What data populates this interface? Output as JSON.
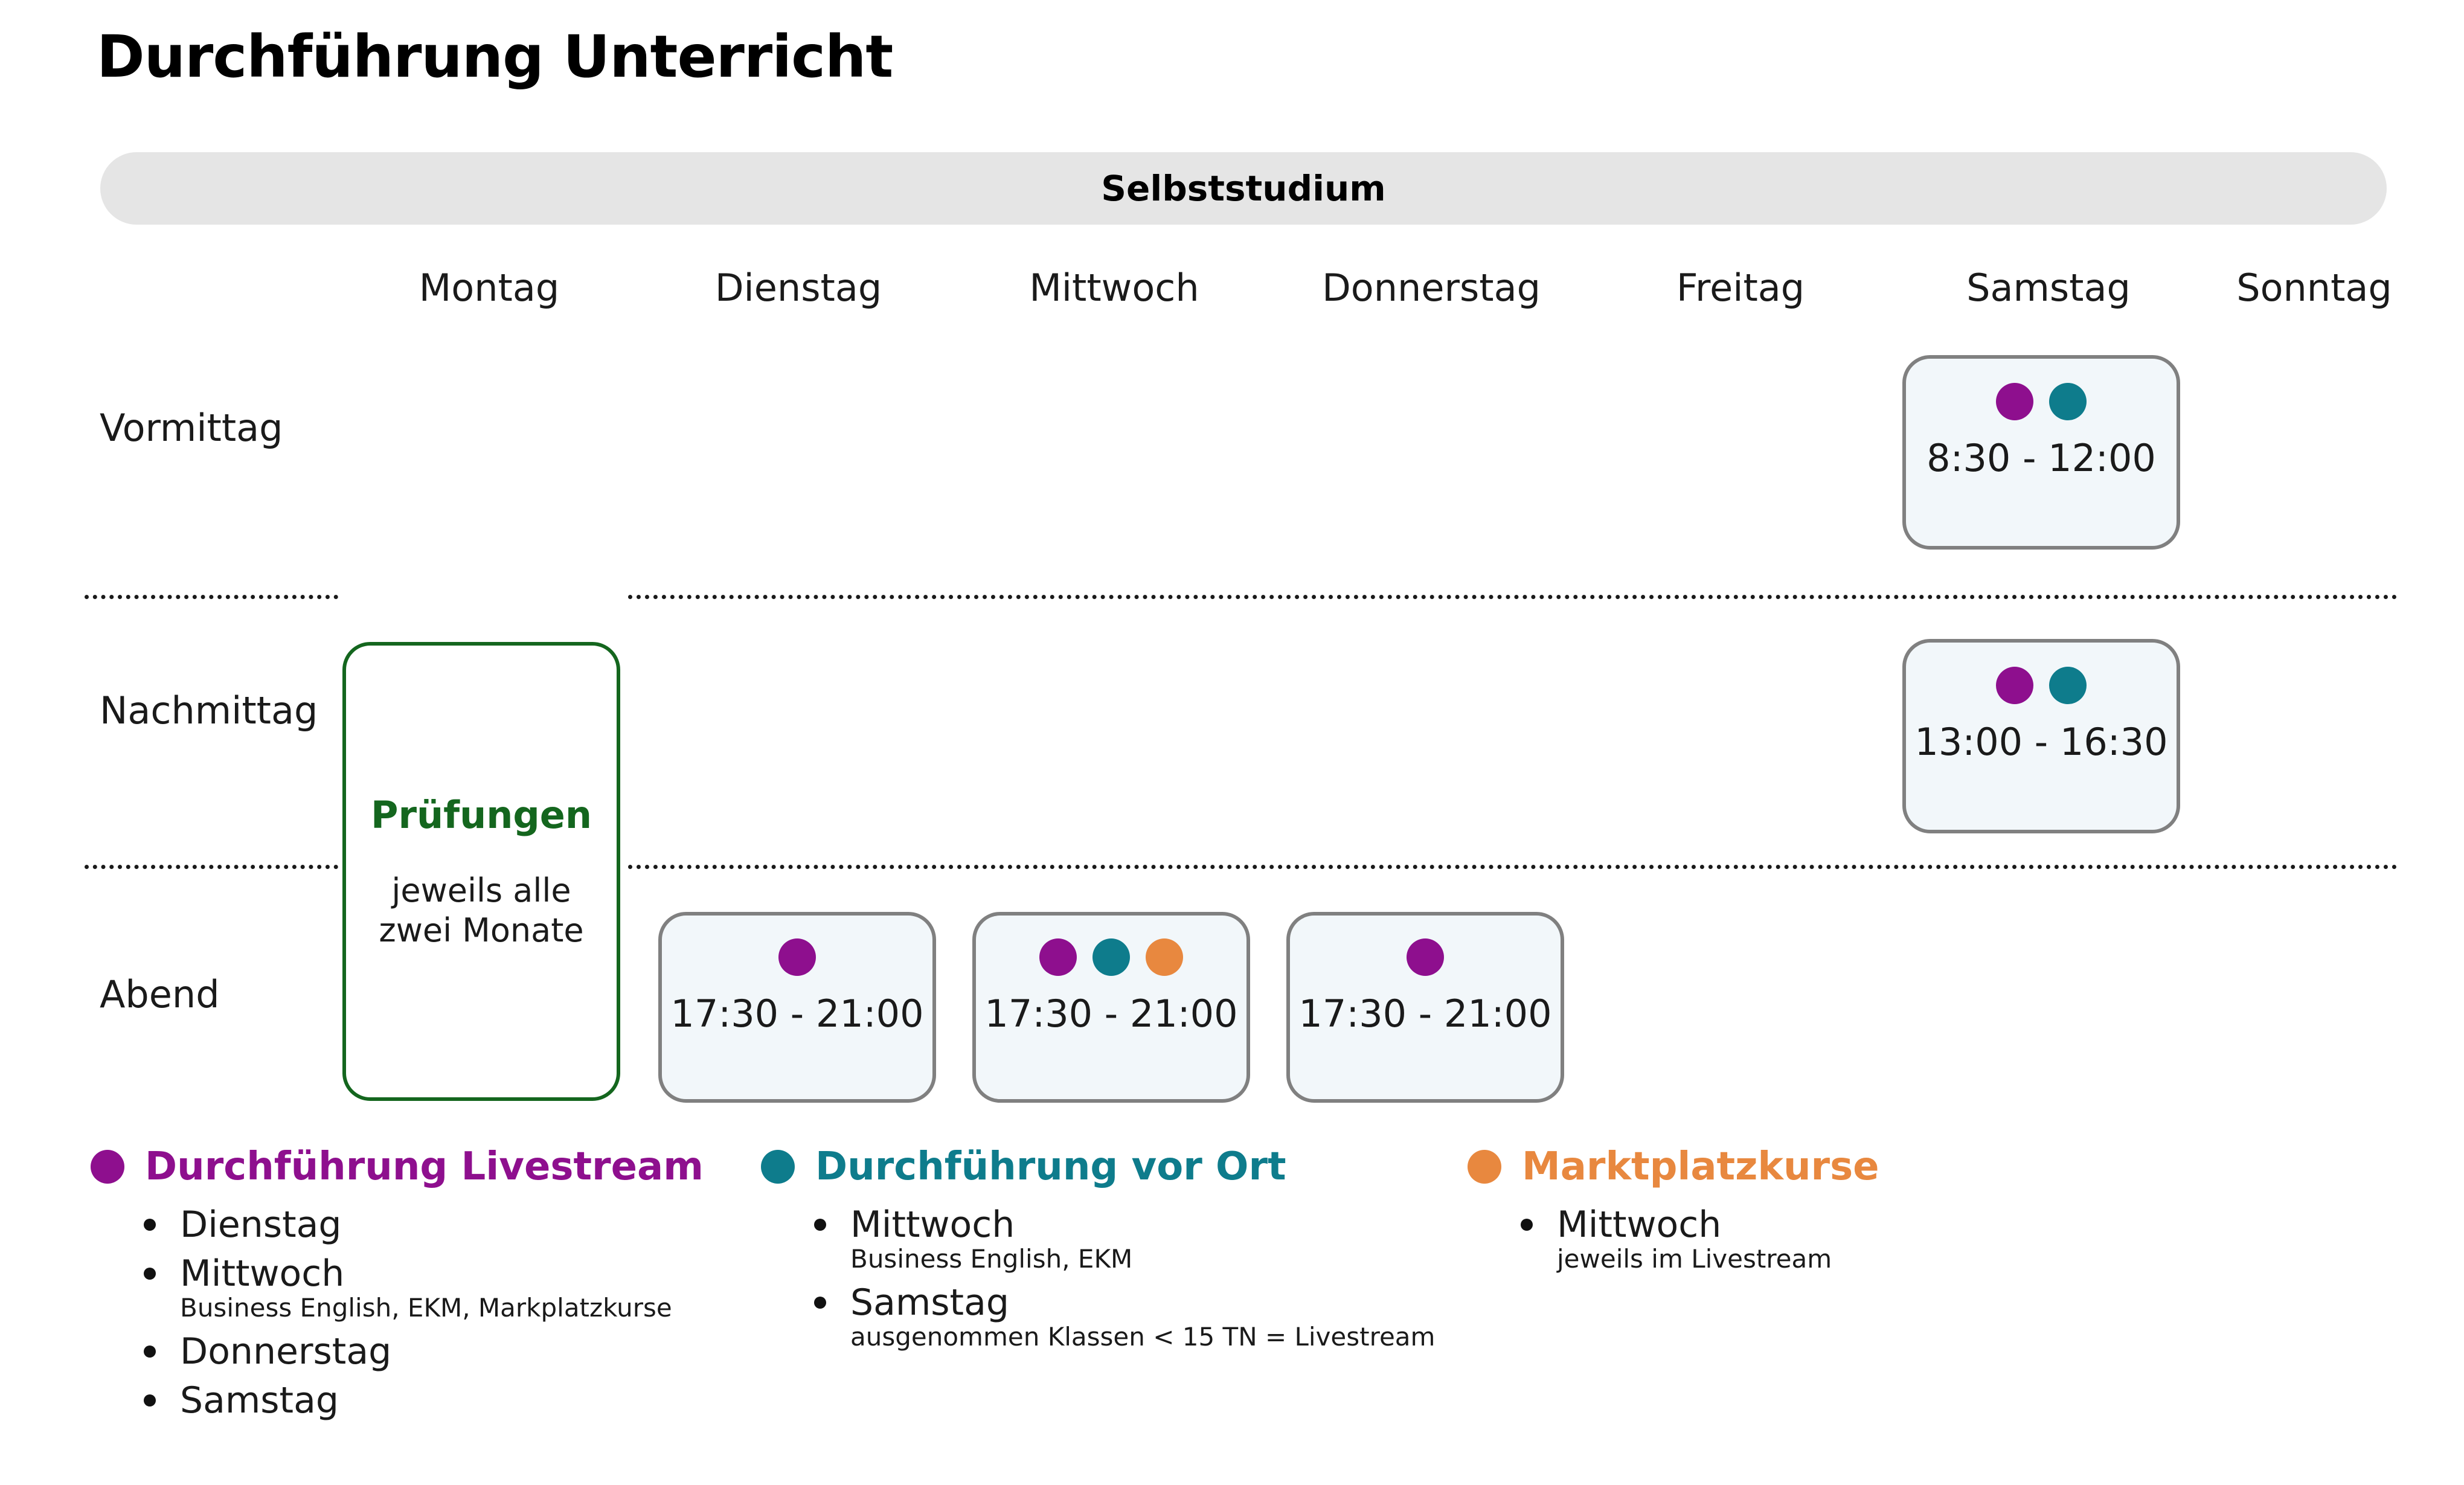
{
  "page": {
    "title": "Durchführung Unterricht"
  },
  "selfstudy": {
    "label": "Selbststudium"
  },
  "grid": {
    "days": [
      "Montag",
      "Dienstag",
      "Mittwoch",
      "Donnerstag",
      "Freitag",
      "Samstag",
      "Sonntag"
    ],
    "rows": [
      "Vormittag",
      "Nachmittag",
      "Abend"
    ],
    "cells": [
      {
        "row": "Vormittag",
        "day": "Samstag",
        "time": "8:30 - 12:00",
        "dots": [
          "purple",
          "teal"
        ]
      },
      {
        "row": "Nachmittag",
        "day": "Samstag",
        "time": "13:00 - 16:30",
        "dots": [
          "purple",
          "teal"
        ]
      },
      {
        "row": "Abend",
        "day": "Dienstag",
        "time": "17:30 - 21:00",
        "dots": [
          "purple"
        ]
      },
      {
        "row": "Abend",
        "day": "Mittwoch",
        "time": "17:30 - 21:00",
        "dots": [
          "purple",
          "teal",
          "orange"
        ]
      },
      {
        "row": "Abend",
        "day": "Donnerstag",
        "time": "17:30 - 21:00",
        "dots": [
          "purple"
        ]
      }
    ]
  },
  "exams": {
    "title": "Prüfungen",
    "subtitle": "jeweils alle zwei Monate"
  },
  "legend": [
    {
      "title": "Durchführung Livestream",
      "color": "#8E0F8E",
      "dot": "legend-dot-purple",
      "items": [
        {
          "day": "Dienstag",
          "note": ""
        },
        {
          "day": "Mittwoch",
          "note": "Business English, EKM, Markplatzkurse"
        },
        {
          "day": "Donnerstag",
          "note": ""
        },
        {
          "day": "Samstag",
          "note": ""
        }
      ]
    },
    {
      "title": "Durchführung vor Ort",
      "color": "#0E7C8C",
      "dot": "legend-dot-teal",
      "items": [
        {
          "day": "Mittwoch",
          "note": "Business English, EKM"
        },
        {
          "day": "Samstag",
          "note": "ausgenommen Klassen < 15 TN = Livestream"
        }
      ]
    },
    {
      "title": "Marktplatzkurse",
      "color": "#E8883F",
      "dot": "legend-dot-orange",
      "items": [
        {
          "day": "Mittwoch",
          "note": "jeweils im Livestream"
        }
      ]
    }
  ],
  "colors": {
    "livestream_purple": "#8E0F8E",
    "onsite_teal": "#0E7C8C",
    "marketplace_orange": "#E8883F",
    "exam_green": "#14661E",
    "cell_fill": "#f2f7fa",
    "cell_border": "#808080",
    "bar_fill": "#e5e5e5"
  }
}
